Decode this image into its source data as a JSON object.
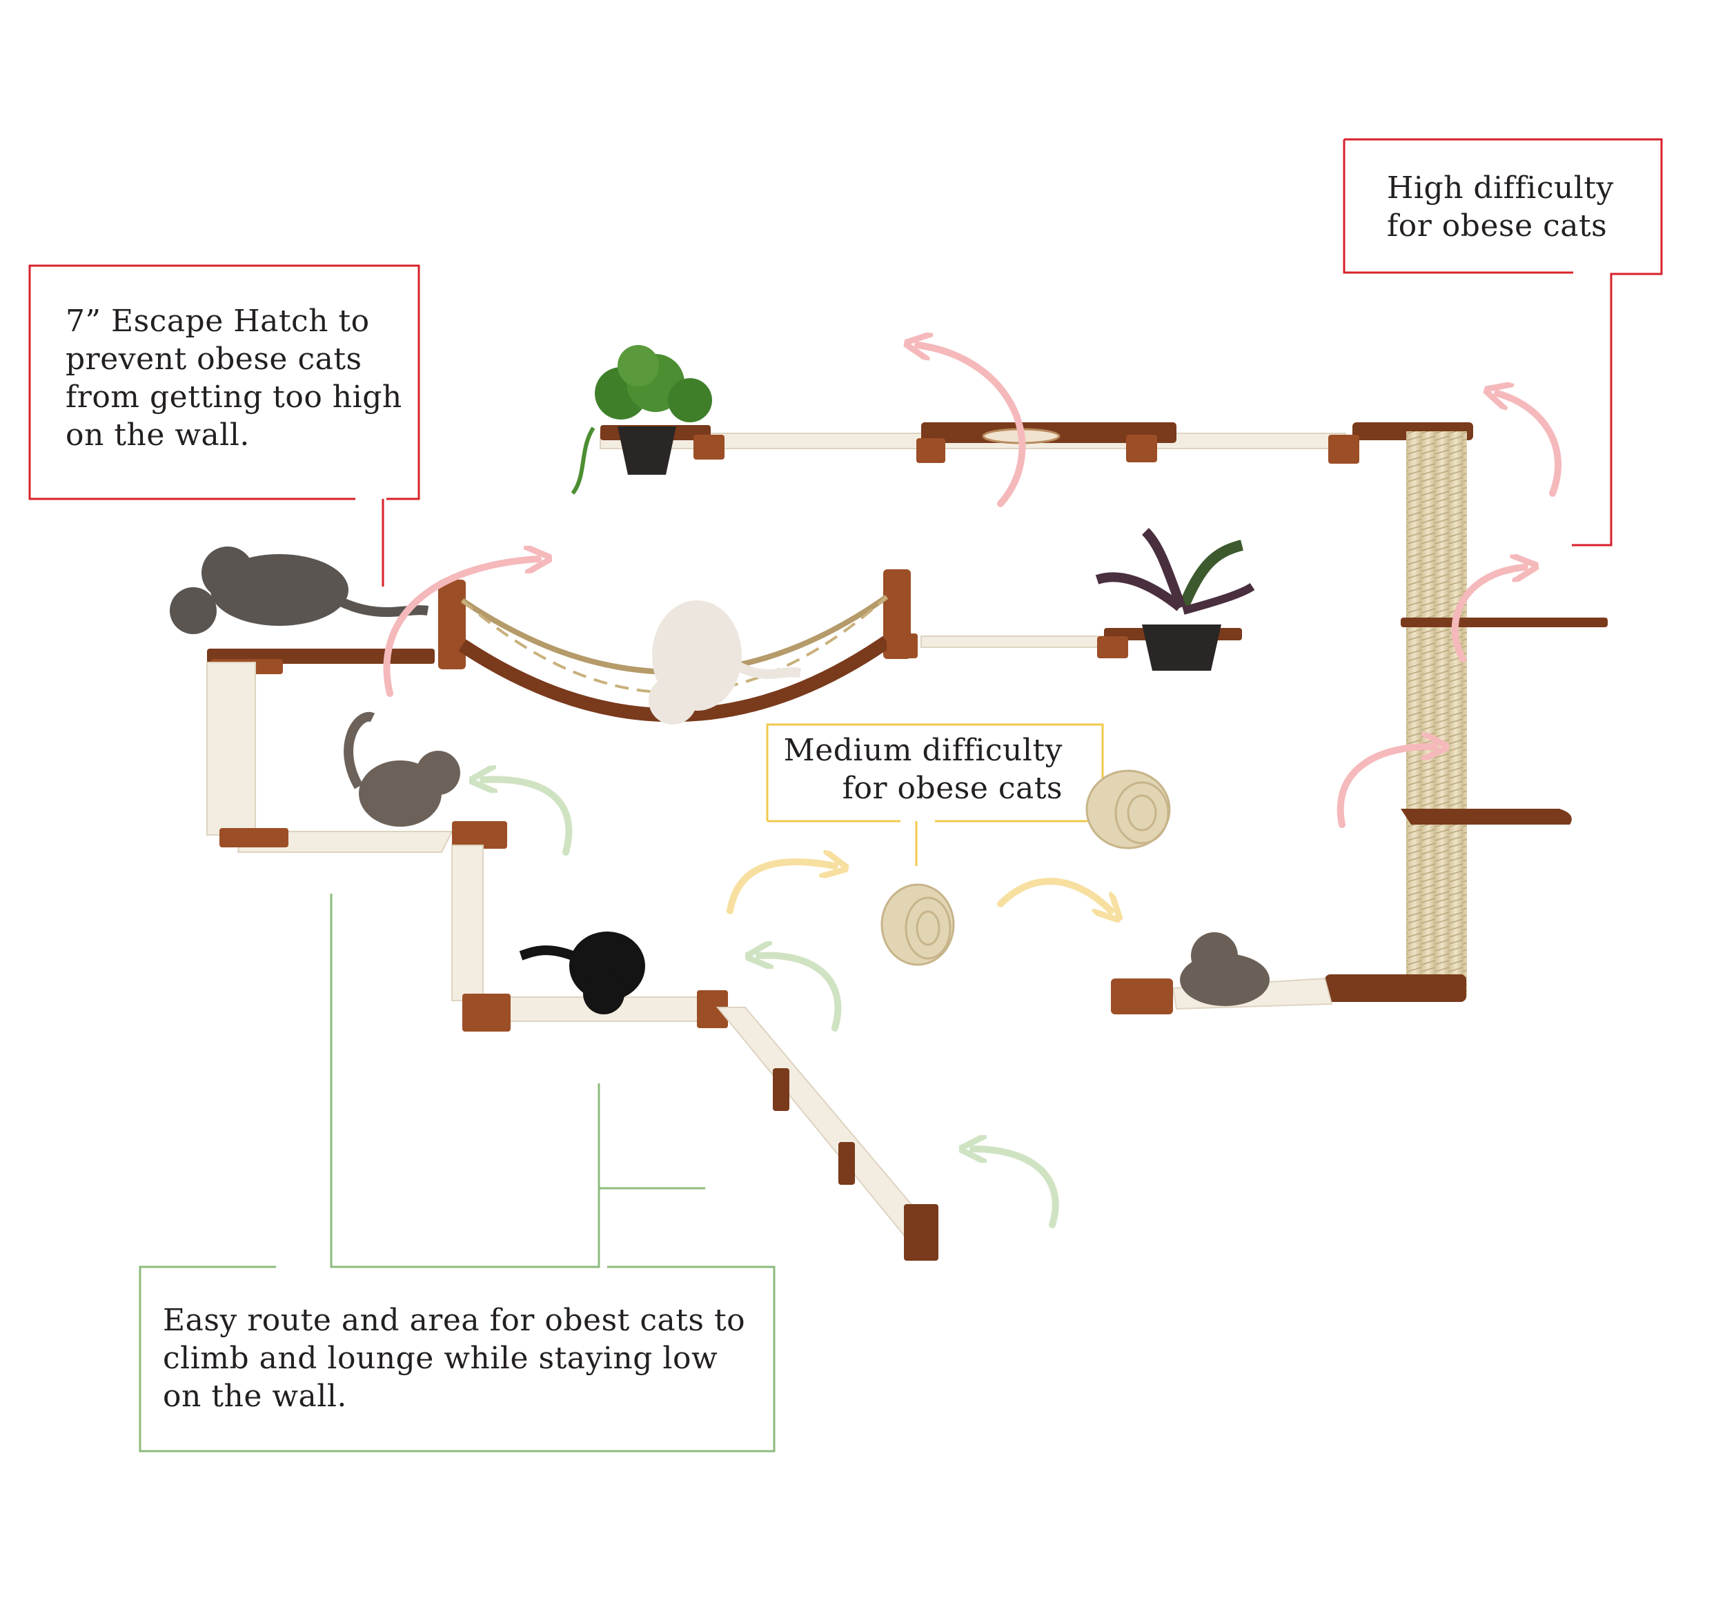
{
  "callouts": {
    "escape_hatch": "7” Escape Hatch to\nprevent obese cats\nfrom getting too high\non the wall.",
    "high_difficulty": "High difficulty\nfor obese cats",
    "medium_difficulty": "Medium difficulty\nfor obese cats",
    "easy_route": "Easy route and area for obest cats to\nclimb and lounge while staying low\non the wall."
  },
  "colors": {
    "high": "#d8202a",
    "high_arrow": "#f5b9bb",
    "medium": "#f2c94c",
    "medium_arrow": "#f7dfa0",
    "easy": "#8cbb7c",
    "easy_arrow": "#cfe3c3",
    "wood": "#7a3a1c",
    "wood_light": "#9c4e26",
    "canvas": "#f3ede1",
    "sisal": "#e2d5b4",
    "pot": "#2a2626",
    "plant": "#3f7f2a",
    "text": "#231f20"
  },
  "icons": [
    "plant-icon",
    "cat-icon",
    "arrow-icon",
    "sisal-pole-icon",
    "sisal-step-icon"
  ]
}
